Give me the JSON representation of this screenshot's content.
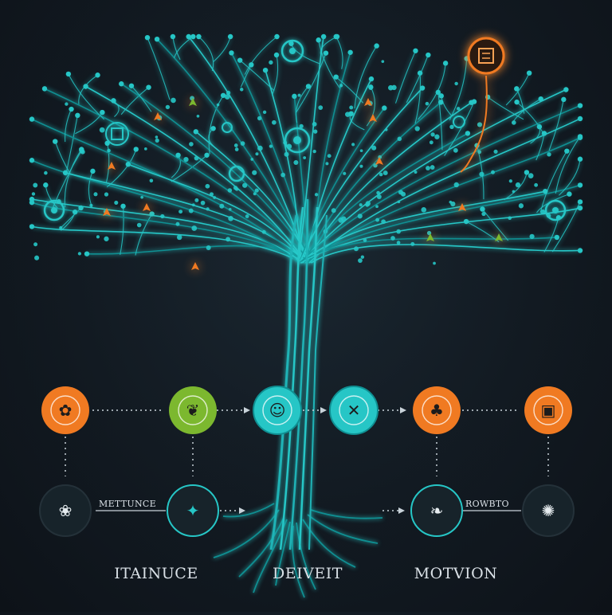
{
  "colors": {
    "background": "#121a22",
    "teal": "#26c6c6",
    "teal_dark": "#0f8f92",
    "orange": "#f07a22",
    "green": "#7cb82f",
    "text": "#d9e0e6"
  },
  "diagram": {
    "top_row_nodes": [
      {
        "icon": "plant-hand-icon",
        "color": "orange",
        "glyph": "✿"
      },
      {
        "icon": "leaf-gear-icon",
        "color": "green",
        "glyph": "❦"
      },
      {
        "icon": "chart-face-icon",
        "color": "teal",
        "glyph": "☺"
      },
      {
        "icon": "compass-icon",
        "color": "teal",
        "glyph": "✕"
      },
      {
        "icon": "team-icon",
        "color": "orange",
        "glyph": "♣"
      },
      {
        "icon": "document-icon",
        "color": "orange",
        "glyph": "▣"
      }
    ],
    "bottom_row_nodes": [
      {
        "icon": "brain-icon",
        "color": "dark",
        "glyph": "❀"
      },
      {
        "icon": "rocket-icon",
        "color": "dark",
        "glyph": "✦"
      },
      {
        "icon": "runner-icon",
        "color": "dark",
        "glyph": "❧"
      },
      {
        "icon": "hub-icon",
        "color": "dark",
        "glyph": "✺"
      }
    ],
    "labels": {
      "left_connector": "METTUNCE",
      "right_connector": "ROWBTO"
    },
    "captions": {
      "left": "ITAINUCE",
      "center": "DEIVEIT",
      "right": "MOTVION"
    },
    "canopy_icons": {
      "top_right_badge": "document-icon"
    }
  }
}
